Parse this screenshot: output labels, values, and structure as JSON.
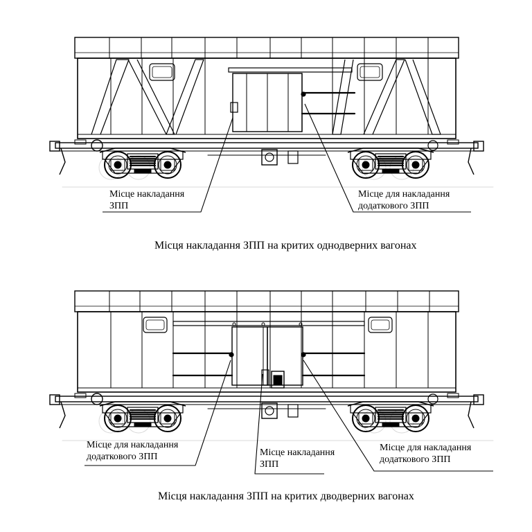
{
  "colors": {
    "line": "#000000",
    "background": "#ffffff",
    "hidden": "#d9d9d9"
  },
  "figure_top": {
    "caption": "Місця накладання ЗПП на критих однодверних вагонах",
    "label_seal": {
      "line1": "Місце накладання",
      "line2": "ЗПП"
    },
    "label_additional": {
      "line1": "Місце для накладання",
      "line2": "додаткового ЗПП"
    }
  },
  "figure_bottom": {
    "caption": "Місця накладання ЗПП на критих дводверних вагонах",
    "label_additional_left": {
      "line1": "Місце для накладання",
      "line2": "додаткового ЗПП"
    },
    "label_seal": {
      "line1": "Місце накладання",
      "line2": "ЗПП"
    },
    "label_additional_right": {
      "line1": "Місце для накладання",
      "line2": "додаткового ЗПП"
    }
  }
}
